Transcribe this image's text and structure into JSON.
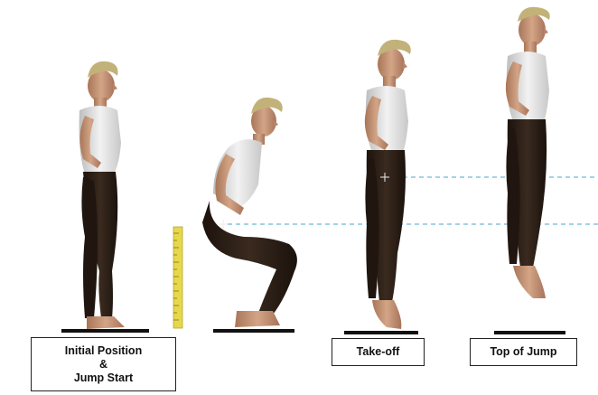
{
  "labels": {
    "initial_line1": "Initial Position",
    "initial_line2": "&",
    "initial_line3": "Jump Start",
    "takeoff": "Take-off",
    "top_of_jump": "Top of Jump"
  },
  "colors": {
    "skin": "#c89a7a",
    "skin_shadow": "#9c6e52",
    "hair": "#c2b27a",
    "shirt": "#e6e6e6",
    "pants": "#2b1e16",
    "platform": "#111111",
    "ruler": "#e6d84a",
    "guide_line": "#6fb7d6"
  },
  "icons": [
    "ruler-icon",
    "crosshair-icon"
  ]
}
